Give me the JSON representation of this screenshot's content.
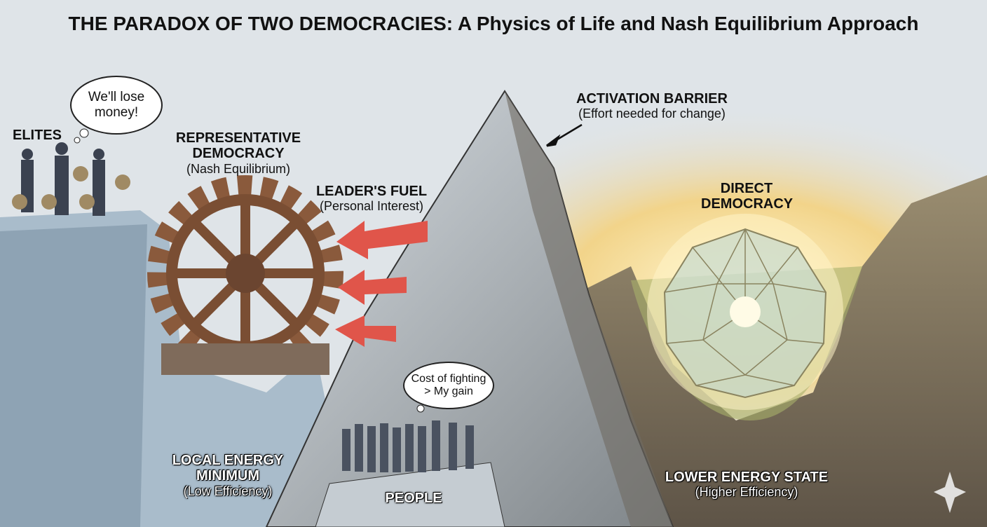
{
  "title": "THE PARADOX OF TWO DEMOCRACIES: A Physics of Life and Nash Equilibrium Approach",
  "elites": {
    "label": "ELITES",
    "thought": "We'll lose money!"
  },
  "representative": {
    "title": "REPRESENTATIVE DEMOCRACY",
    "subtitle": "(Nash Equilibrium)"
  },
  "fuel": {
    "title": "LEADER'S FUEL",
    "subtitle": "(Personal Interest)"
  },
  "barrier": {
    "title": "ACTIVATION BARRIER",
    "subtitle": "(Effort needed for change)"
  },
  "direct": {
    "title": "DIRECT DEMOCRACY"
  },
  "people": {
    "label": "PEOPLE",
    "thought": "Cost of fighting > My gain"
  },
  "local_min": {
    "title": "LOCAL ENERGY MINIMUM",
    "subtitle": "(Low Efficiency)"
  },
  "lower_state": {
    "title": "LOWER ENERGY STATE",
    "subtitle": "(Higher Efficiency)"
  },
  "colors": {
    "sky": "#dfe4e8",
    "ice": "#b9cbd8",
    "rock": "#8f8a80",
    "glow": "#f7d98a",
    "arrow": "#e0554a",
    "gear": "#8a5a3c"
  }
}
